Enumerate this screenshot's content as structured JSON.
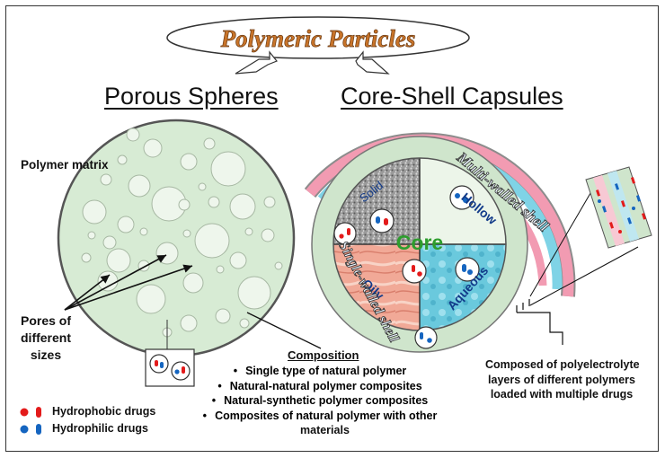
{
  "title": "Polymeric Particles",
  "left_heading": "Porous Spheres",
  "right_heading": "Core-Shell Capsules",
  "polymer_matrix_label": "Polymer matrix",
  "pores_label": [
    "Pores of",
    "different",
    "sizes"
  ],
  "core": {
    "center": "Core",
    "solid": "Solid",
    "hollow": "Hollow",
    "oily": "Oily",
    "aqueous": "Aqueous"
  },
  "multi_wall_label": "Multi-walled shell",
  "single_wall_label": "Single-walled shell",
  "composition": {
    "heading": "Composition",
    "items": [
      "Single type of natural polymer",
      "Natural-natural polymer composites",
      "Natural-synthetic polymer composites",
      "Composites of natural polymer with other",
      "materials"
    ]
  },
  "polyelectrolyte_label": [
    "Composed of polyelectrolyte",
    "layers of different polymers",
    "loaded with multiple drugs"
  ],
  "legend": {
    "hydrophobic": "Hydrophobic drugs",
    "hydrophilic": "Hydrophilic drugs"
  },
  "colors": {
    "matrix_green": "#d7ebd4",
    "pore_fill": "#eef6ec",
    "hydrophobic_red": "#e31b1b",
    "hydrophilic_blue": "#1565c0",
    "shell_pink": "#f29bb2",
    "shell_cyan": "#7fd3e6",
    "core_text_green": "#2e9d2e",
    "title_orange": "#c8742a"
  }
}
